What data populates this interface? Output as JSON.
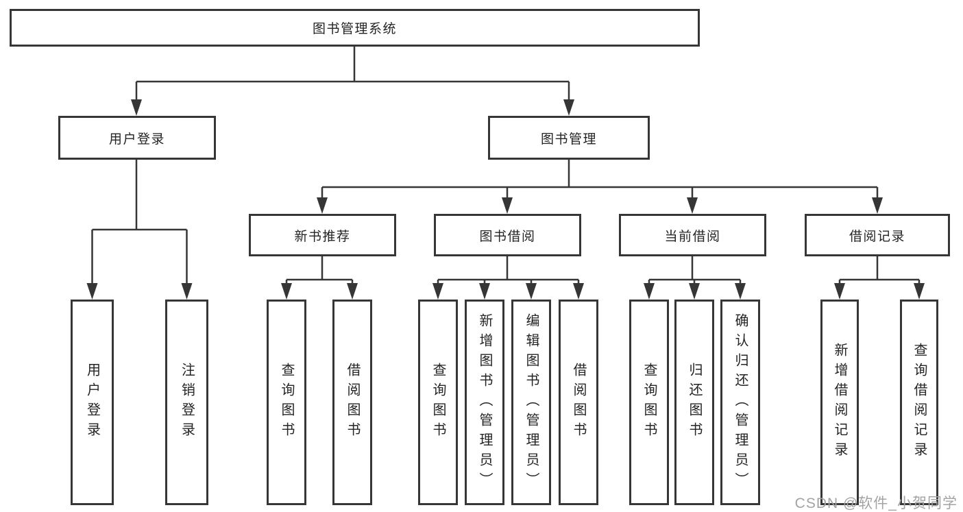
{
  "diagram": {
    "root": {
      "label": "图书管理系统"
    },
    "branches": {
      "user_login": {
        "label": "用户登录",
        "leaves": [
          {
            "label": "用户登录"
          },
          {
            "label": "注销登录"
          }
        ]
      },
      "book_mgmt": {
        "label": "图书管理",
        "children": {
          "new_book": {
            "label": "新书推荐",
            "leaves": [
              {
                "label": "查询图书"
              },
              {
                "label": "借阅图书"
              }
            ]
          },
          "borrow": {
            "label": "图书借阅",
            "leaves": [
              {
                "label": "查询图书"
              },
              {
                "label": "新增图书（管理员）"
              },
              {
                "label": "编辑图书（管理员）"
              },
              {
                "label": "借阅图书"
              }
            ]
          },
          "current": {
            "label": "当前借阅",
            "leaves": [
              {
                "label": "查询图书"
              },
              {
                "label": "归还图书"
              },
              {
                "label": "确认归还（管理员）"
              }
            ]
          },
          "records": {
            "label": "借阅记录",
            "leaves": [
              {
                "label": "新增借阅记录"
              },
              {
                "label": "查询借阅记录"
              }
            ]
          }
        }
      }
    }
  },
  "colors": {
    "line": "#363636",
    "text": "#242424",
    "watermark": "#a3a3a3",
    "background": "#ffffff"
  },
  "watermark": {
    "text": "CSDN @软件_小贺同学"
  }
}
